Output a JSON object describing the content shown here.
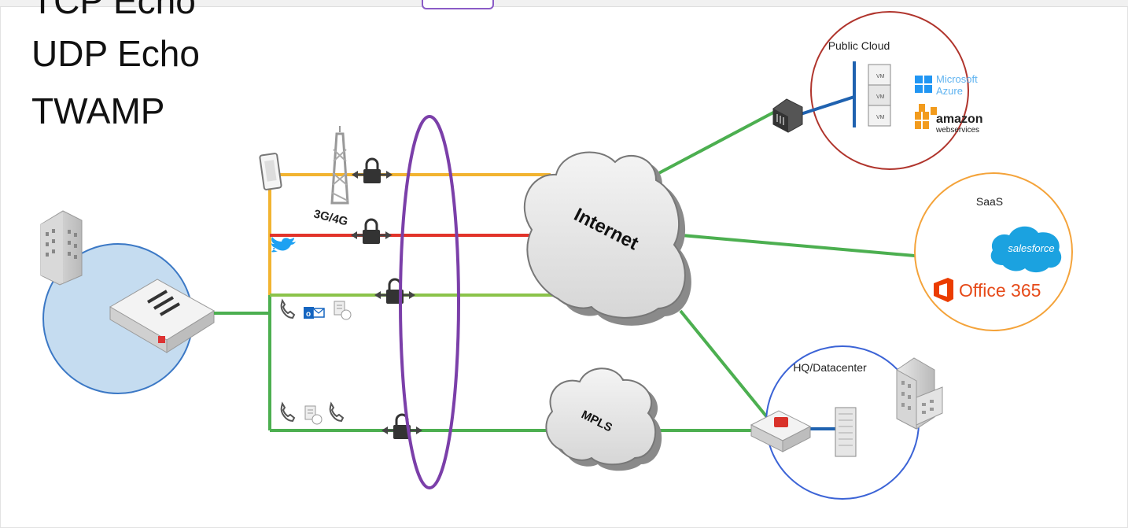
{
  "protocols": [
    "TCP Echo",
    "UDP Echo",
    "TWAMP"
  ],
  "clouds": {
    "internet": "Internet",
    "mpls": "MPLS"
  },
  "cellular": "3G/4G",
  "sites": {
    "public_cloud": "Public Cloud",
    "saas": "SaaS",
    "hq": "HQ/Datacenter"
  },
  "vendors": {
    "azure_line1": "Microsoft",
    "azure_line2": "Azure",
    "aws_line1": "amazon",
    "aws_line2": "webservices",
    "salesforce": "salesforce",
    "office": "Office 365"
  },
  "server_tag": "VM",
  "colors": {
    "lte": "#f2b431",
    "broadband": "#e2332a",
    "lan": "#8bc34a",
    "wan": "#4caf50",
    "ellipse": "#7b3fa9",
    "public_cloud_ring": "#b0342c",
    "saas_ring": "#f4a33a",
    "hq_ring": "#3b63d6",
    "branch_fill": "#c5dcf0",
    "branch_ring": "#3b78c5"
  }
}
